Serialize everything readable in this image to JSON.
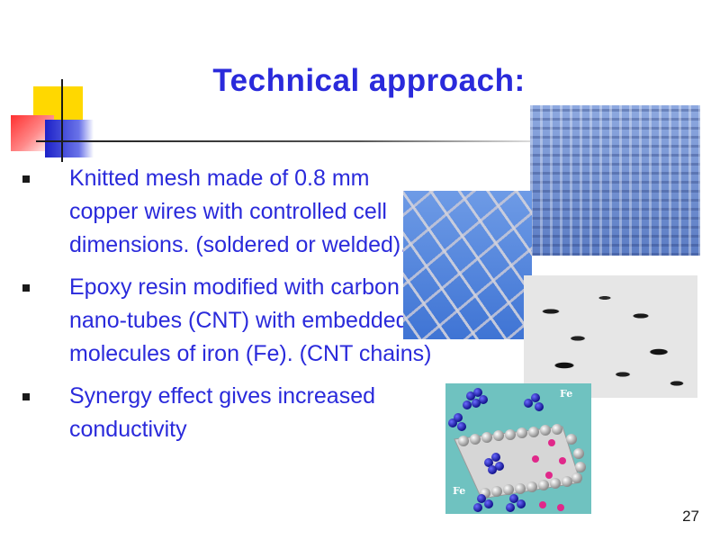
{
  "title": "Technical approach:",
  "bullets": [
    "Knitted mesh made of  0.8 mm copper wires with controlled cell dimensions. (soldered or welded).",
    "Epoxy resin modified with carbon nano-tubes (CNT) with embedded molecules of iron (Fe). (CNT chains)",
    "Synergy effect gives increased conductivity"
  ],
  "images": {
    "nanotube_labels": {
      "top": "Fe",
      "bottom": "Fe"
    }
  },
  "page_number": "27",
  "colors": {
    "title": "#2a2adb",
    "body_text": "#2a2adb",
    "accent_yellow": "#ffd800",
    "accent_red": "#ff3030",
    "accent_blue": "#1c22c8"
  }
}
